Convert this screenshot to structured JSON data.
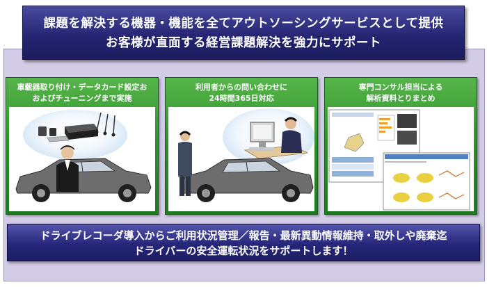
{
  "header": {
    "line1": "課題を解決する機器・機能を全てアウトソーシングサービスとして提供",
    "line2": "お客様が直面する経営課題解決を強力にサポート"
  },
  "panels": [
    {
      "title_line1": "車載器取り付け・データカード設定お",
      "title_line2": "およびチューニングまで実施"
    },
    {
      "title_line1": "利用者からの問い合わせに",
      "title_line2": "24時間365日対応"
    },
    {
      "title_line1": "専門コンサル担当による",
      "title_line2": "解析資料とりまとめ"
    }
  ],
  "footer": {
    "line1": "ドライブレコーダ導入からご利用状況管理／報告・最新異動情報維持・取外しや廃棄迄",
    "line2": "ドライバーの安全運転状況をサポートします！"
  },
  "colors": {
    "banner": "#232370",
    "panel_green": "#2c8f2a",
    "background": "#d3cce6"
  }
}
